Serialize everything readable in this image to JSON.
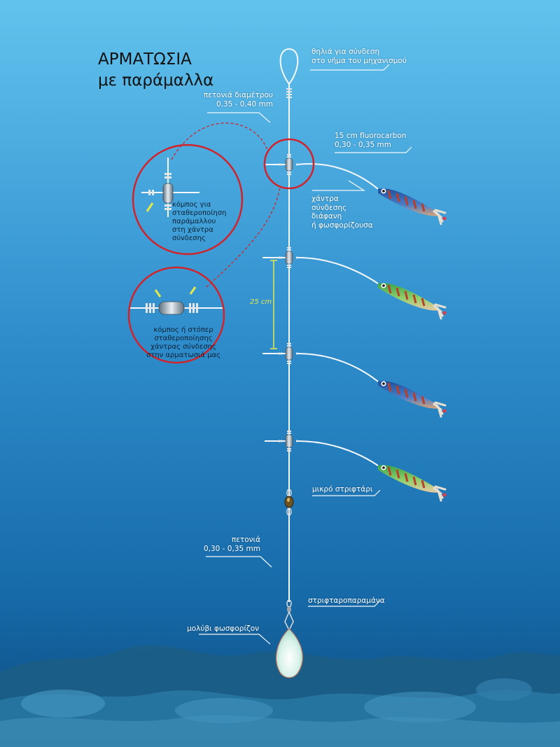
{
  "title": {
    "line1": "ΑΡΜΑΤΩΣΙΑ",
    "line2": "με παράμαλλα"
  },
  "labels": {
    "loop": "θηλιά για σύνδεση\nστο νήμα του μηχανισμού",
    "main_line": "πετονιά διαμέτρου\n0,35 - 0,40 mm",
    "leader": "15 cm fluorocarbon\n0,30 - 0,35 mm",
    "bead": "χάντρα\nσύνδεσης\nδιάφανη\nή φωσφορίζουσα",
    "knot_bead": "κόμπος για\nσταθεροποίηση\nπαράμαλλου\nστη χάντρα\nσύνδεσης",
    "knot_stopper": "κόμπος ή στόπερ\nσταθεροποίησης\nχάντρας σύνδεσης\nστην αρματωσιά μας",
    "swivel": "μικρό στριφτάρι",
    "lower_line": "πετονιά\n0,30 - 0,35 mm",
    "snap_swivel": "στριφταροπαραμάνα",
    "sinker": "μολύβι φωσφορίζον"
  },
  "measurement": "25 cm",
  "colors": {
    "water_top": "#5fc0ec",
    "water_bottom": "#0d4e86",
    "line": "#f4f8fb",
    "callout_circle": "#d2232a",
    "measure": "#e6e84a",
    "jig_blue": "#3a6fb5",
    "jig_green": "#5fb84a",
    "jig_stripe": "#c5542c"
  },
  "icons": [
    "squid-jig",
    "bead",
    "swivel",
    "snap-swivel",
    "glow-sinker",
    "magnify-callout"
  ]
}
